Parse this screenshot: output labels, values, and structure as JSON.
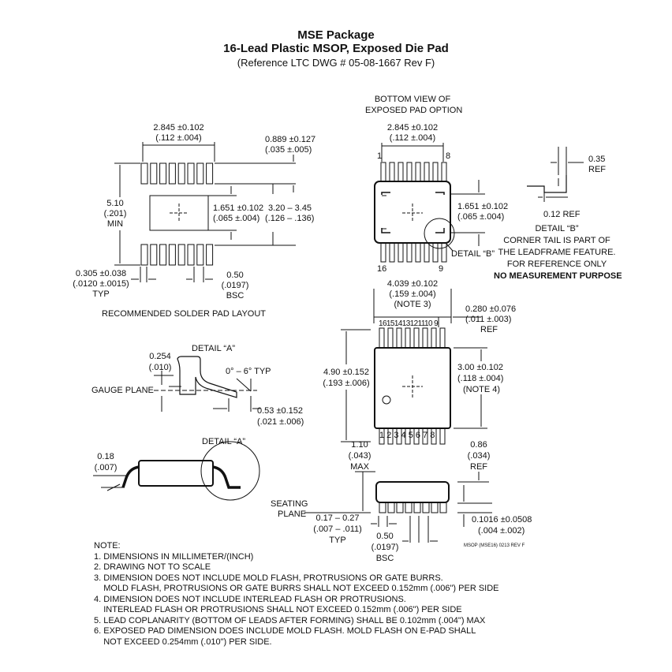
{
  "title": {
    "line1": "MSE Package",
    "line2": "16-Lead Plastic MSOP, Exposed Die Pad",
    "line3": "(Reference LTC DWG # 05-08-1667 Rev F)"
  },
  "solder_layout": {
    "width": "2.845 ±0.102",
    "width_in": "(.112 ±.004)",
    "pitch_tol": "0.889 ±0.127",
    "pitch_tol_in": "(.035 ±.005)",
    "height": "5.10",
    "height_in": "(.201)",
    "height_note": "MIN",
    "pad": "1.651 ±0.102",
    "pad_in": "(.065 ±.004)",
    "span": "3.20 – 3.45",
    "span_in": "(.126 – .136)",
    "lead_w": "0.305 ±0.038",
    "lead_w_in": "(.0120 ±.0015)",
    "lead_w_note": "TYP",
    "pitch": "0.50",
    "pitch_in": "(.0197)",
    "pitch_note": "BSC",
    "caption": "RECOMMENDED SOLDER PAD LAYOUT"
  },
  "bottom_view": {
    "caption1": "BOTTOM VIEW OF",
    "caption2": "EXPOSED PAD OPTION",
    "width": "2.845 ±0.102",
    "width_in": "(.112 ±.004)",
    "pin1": "1",
    "pin8": "8",
    "pin16": "16",
    "pin9": "9",
    "pad": "1.651 ±0.102",
    "pad_in": "(.065 ±.004)",
    "detail_b_label": "DETAIL “B”"
  },
  "detail_b": {
    "dim1": "0.35",
    "dim1_note": "REF",
    "dim2": "0.12 REF",
    "title": "DETAIL “B”",
    "line1": "CORNER TAIL IS PART OF",
    "line2": "THE LEADFRAME FEATURE.",
    "line3": "FOR REFERENCE ONLY",
    "line4": "NO MEASUREMENT PURPOSE"
  },
  "top_view": {
    "width": "4.039 ±0.102",
    "width_in": "(.159 ±.004)",
    "width_note": "(NOTE 3)",
    "ref": "0.280 ±0.076",
    "ref_in": "(.011 ±.003)",
    "ref_note": "REF",
    "top_pins": "16151413121110  9",
    "bottom_pins": "1 2 3 4 5 6 7 8",
    "height": "4.90 ±0.152",
    "height_in": "(.193 ±.006)",
    "body": "3.00 ±0.102",
    "body_in": "(.118 ±.004)",
    "body_note": "(NOTE 4)"
  },
  "gauge": {
    "detail_a": "DETAIL “A”",
    "dim": "0.254",
    "dim_in": "(.010)",
    "angle": "0° – 6° TYP",
    "plane": "GAUGE PLANE",
    "foot": "0.53 ±0.152",
    "foot_in": "(.021 ±.006)"
  },
  "side_left": {
    "detail_a": "DETAIL “A”",
    "thick": "0.18",
    "thick_in": "(.007)"
  },
  "side_view": {
    "height": "1.10",
    "height_in": "(.043)",
    "height_note": "MAX",
    "ref": "0.86",
    "ref_in": "(.034)",
    "ref_note": "REF",
    "seating1": "SEATING",
    "seating2": "PLANE",
    "lead": "0.17 – 0.27",
    "lead_in": "(.007 – .011)",
    "lead_note": "TYP",
    "pitch": "0.50",
    "pitch_in": "(.0197)",
    "pitch_note": "BSC",
    "standoff": "0.1016 ±0.0508",
    "standoff_in": "(.004 ±.002)",
    "code": "MSOP (MSE16) 0213 REV F"
  },
  "notes": {
    "header": "NOTE:",
    "items": [
      "1. DIMENSIONS IN MILLIMETER/(INCH)",
      "2. DRAWING NOT TO SCALE",
      "3. DIMENSION DOES NOT INCLUDE MOLD FLASH, PROTRUSIONS OR GATE BURRS.",
      "    MOLD FLASH, PROTRUSIONS OR GATE BURRS SHALL NOT EXCEED 0.152mm (.006\") PER SIDE",
      "4. DIMENSION DOES NOT INCLUDE INTERLEAD FLASH OR PROTRUSIONS.",
      "    INTERLEAD FLASH OR PROTRUSIONS SHALL NOT EXCEED 0.152mm (.006\") PER SIDE",
      "5. LEAD COPLANARITY (BOTTOM OF LEADS AFTER FORMING) SHALL BE 0.102mm (.004\") MAX",
      "6. EXPOSED PAD DIMENSION DOES INCLUDE MOLD FLASH. MOLD FLASH ON E-PAD SHALL",
      "    NOT EXCEED 0.254mm (.010\") PER SIDE."
    ]
  }
}
